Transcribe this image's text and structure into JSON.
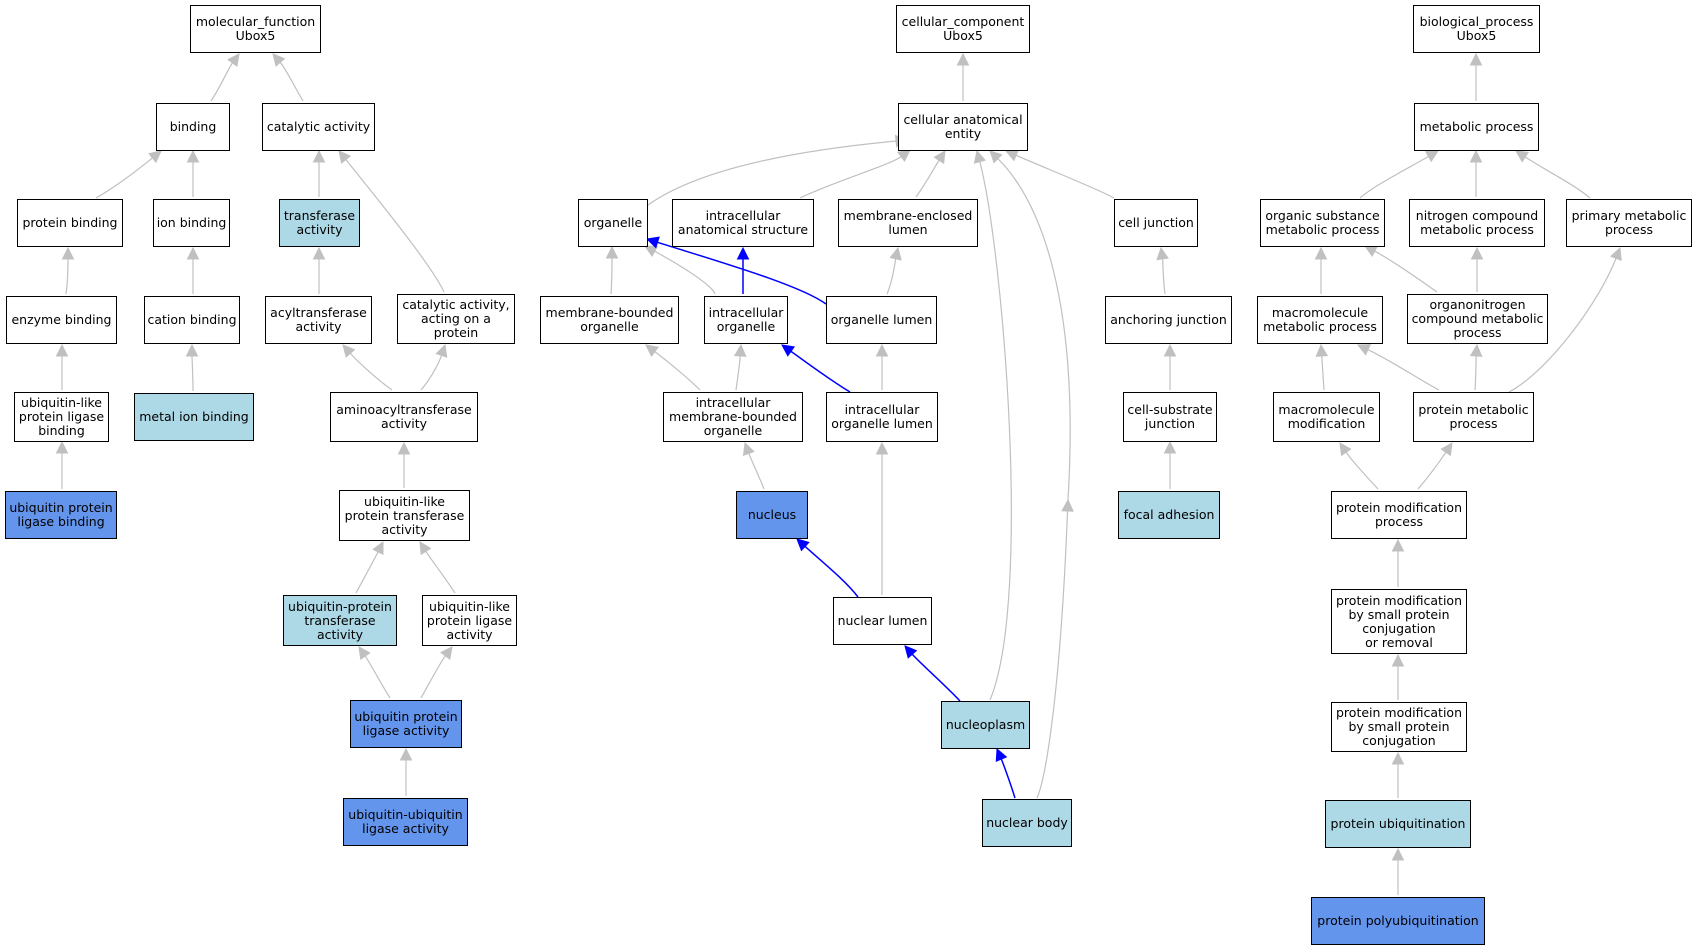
{
  "colors": {
    "default_fill": "#ffffff",
    "light_fill": "#add8e6",
    "highlight_fill": "#6495ed",
    "edge_gray": "#c0c0c0",
    "edge_blue": "#0000ff"
  },
  "nodes": [
    {
      "id": "mf_root",
      "label": "molecular_function\nUbox5",
      "fill": "default"
    },
    {
      "id": "binding",
      "label": "binding",
      "fill": "default"
    },
    {
      "id": "catalytic",
      "label": "catalytic activity",
      "fill": "default"
    },
    {
      "id": "protein_binding",
      "label": "protein binding",
      "fill": "default"
    },
    {
      "id": "ion_binding",
      "label": "ion binding",
      "fill": "default"
    },
    {
      "id": "transferase",
      "label": "transferase\nactivity",
      "fill": "light"
    },
    {
      "id": "enzyme_binding",
      "label": "enzyme binding",
      "fill": "default"
    },
    {
      "id": "cation_binding",
      "label": "cation binding",
      "fill": "default"
    },
    {
      "id": "acyltransferase",
      "label": "acyltransferase\nactivity",
      "fill": "default"
    },
    {
      "id": "catalytic_protein",
      "label": "catalytic activity,\nacting on a\nprotein",
      "fill": "default"
    },
    {
      "id": "ubl_ligase_binding",
      "label": "ubiquitin-like\nprotein ligase\nbinding",
      "fill": "default"
    },
    {
      "id": "metal_ion",
      "label": "metal ion binding",
      "fill": "light"
    },
    {
      "id": "aminoacyl",
      "label": "aminoacyltransferase\nactivity",
      "fill": "default"
    },
    {
      "id": "ub_ligase_binding",
      "label": "ubiquitin protein\nligase binding",
      "fill": "highlight"
    },
    {
      "id": "ubl_transferase",
      "label": "ubiquitin-like\nprotein transferase\nactivity",
      "fill": "default"
    },
    {
      "id": "ub_transferase",
      "label": "ubiquitin-protein\ntransferase\nactivity",
      "fill": "light"
    },
    {
      "id": "ubl_ligase",
      "label": "ubiquitin-like\nprotein ligase\nactivity",
      "fill": "default"
    },
    {
      "id": "ub_ligase",
      "label": "ubiquitin protein\nligase activity",
      "fill": "highlight"
    },
    {
      "id": "ubub_ligase",
      "label": "ubiquitin-ubiquitin\nligase activity",
      "fill": "highlight"
    },
    {
      "id": "cc_root",
      "label": "cellular_component\nUbox5",
      "fill": "default"
    },
    {
      "id": "cae",
      "label": "cellular anatomical\nentity",
      "fill": "default"
    },
    {
      "id": "organelle",
      "label": "organelle",
      "fill": "default"
    },
    {
      "id": "ias",
      "label": "intracellular\nanatomical structure",
      "fill": "default"
    },
    {
      "id": "mel",
      "label": "membrane-enclosed\nlumen",
      "fill": "default"
    },
    {
      "id": "cell_junction",
      "label": "cell junction",
      "fill": "default"
    },
    {
      "id": "mbo",
      "label": "membrane-bounded\norganelle",
      "fill": "default"
    },
    {
      "id": "io",
      "label": "intracellular\norganelle",
      "fill": "default"
    },
    {
      "id": "ol",
      "label": "organelle lumen",
      "fill": "default"
    },
    {
      "id": "anchoring",
      "label": "anchoring junction",
      "fill": "default"
    },
    {
      "id": "imbo",
      "label": "intracellular\nmembrane-bounded\norganelle",
      "fill": "default"
    },
    {
      "id": "iol",
      "label": "intracellular\norganelle lumen",
      "fill": "default"
    },
    {
      "id": "csj",
      "label": "cell-substrate\njunction",
      "fill": "default"
    },
    {
      "id": "nucleus",
      "label": "nucleus",
      "fill": "highlight"
    },
    {
      "id": "focal",
      "label": "focal adhesion",
      "fill": "light"
    },
    {
      "id": "nuclear_lumen",
      "label": "nuclear lumen",
      "fill": "default"
    },
    {
      "id": "nucleoplasm",
      "label": "nucleoplasm",
      "fill": "light"
    },
    {
      "id": "nuclear_body",
      "label": "nuclear body",
      "fill": "light"
    },
    {
      "id": "bp_root",
      "label": "biological_process\nUbox5",
      "fill": "default"
    },
    {
      "id": "metabolic",
      "label": "metabolic process",
      "fill": "default"
    },
    {
      "id": "osmp",
      "label": "organic substance\nmetabolic process",
      "fill": "default"
    },
    {
      "id": "ncmp",
      "label": "nitrogen compound\nmetabolic process",
      "fill": "default"
    },
    {
      "id": "pmp",
      "label": "primary metabolic\nprocess",
      "fill": "default"
    },
    {
      "id": "mmp",
      "label": "macromolecule\nmetabolic process",
      "fill": "default"
    },
    {
      "id": "oncmp",
      "label": "organonitrogen\ncompound metabolic\nprocess",
      "fill": "default"
    },
    {
      "id": "mm_mod",
      "label": "macromolecule\nmodification",
      "fill": "default"
    },
    {
      "id": "prot_met",
      "label": "protein metabolic\nprocess",
      "fill": "default"
    },
    {
      "id": "pmod",
      "label": "protein modification\nprocess",
      "fill": "default"
    },
    {
      "id": "pmod_spcr",
      "label": "protein modification\nby small protein\nconjugation\nor removal",
      "fill": "default"
    },
    {
      "id": "pmod_spc",
      "label": "protein modification\nby small protein\nconjugation",
      "fill": "default"
    },
    {
      "id": "pubiq",
      "label": "protein ubiquitination",
      "fill": "light"
    },
    {
      "id": "ppolyubiq",
      "label": "protein polyubiquitination",
      "fill": "highlight"
    }
  ]
}
